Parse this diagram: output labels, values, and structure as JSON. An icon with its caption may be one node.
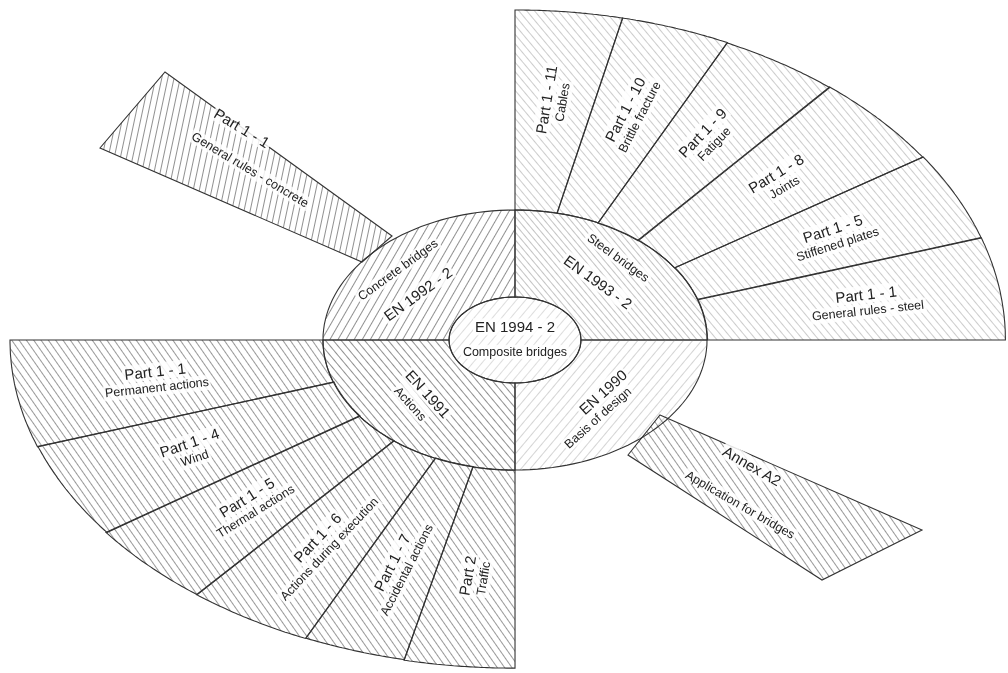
{
  "diagram": {
    "nodes": [
      {
        "text": [
          "Part 1 - 1",
          "General rules - concrete"
        ]
      },
      {
        "text": [
          "Part 1 - 11",
          "Cables"
        ]
      },
      {
        "text": [
          "Part 1 - 10",
          "Brittle fracture"
        ]
      },
      {
        "text": [
          "Part 1 - 9",
          "Fatigue"
        ]
      },
      {
        "text": [
          "Part 1 - 8",
          "Joints"
        ]
      },
      {
        "text": [
          "Part 1 - 5",
          "Stiffened plates"
        ]
      },
      {
        "text": [
          "Part 1 - 1",
          "General rules - steel"
        ]
      },
      {
        "text": [
          "Concrete bridges",
          "EN 1992 - 2"
        ]
      },
      {
        "text": [
          "Steel bridges",
          "EN 1993 - 2"
        ]
      },
      {
        "text": [
          "EN 1994 - 2",
          "Composite bridges"
        ]
      },
      {
        "text": [
          "EN 1991",
          "Actions"
        ]
      },
      {
        "text": [
          "EN 1990",
          "Basis of design"
        ]
      },
      {
        "text": [
          "Part 1 - 1",
          "Permanent actions"
        ]
      },
      {
        "text": [
          "Part 1 - 4",
          "Wind"
        ]
      },
      {
        "text": [
          "Part 1 - 5",
          "Thermal actions"
        ]
      },
      {
        "text": [
          "Part 1 - 6",
          "Actions during execution"
        ]
      },
      {
        "text": [
          "Part 1 - 7",
          "Accidental actions"
        ]
      },
      {
        "text": [
          "Part 2",
          "Traffic"
        ]
      },
      {
        "text": [
          "Annex A2",
          "Application for bridges"
        ]
      }
    ]
  }
}
